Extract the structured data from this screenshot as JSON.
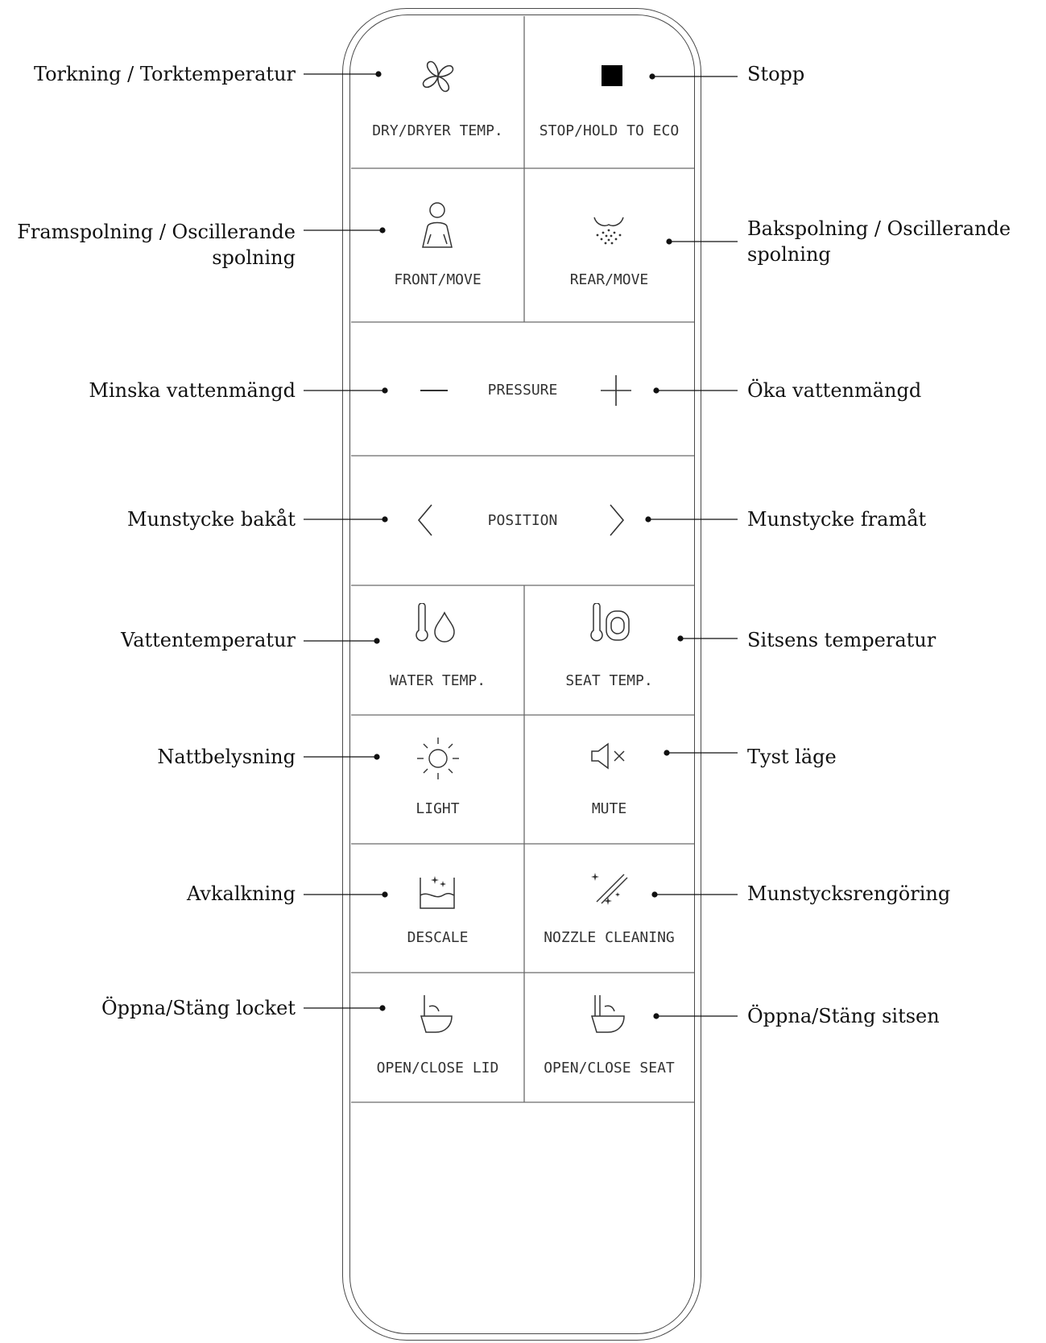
{
  "buttons": {
    "dry": "DRY/DRYER TEMP.",
    "stop": "STOP/HOLD TO ECO",
    "front": "FRONT/MOVE",
    "rear": "REAR/MOVE",
    "pressure": "PRESSURE",
    "position": "POSITION",
    "water_temp": "WATER TEMP.",
    "seat_temp": "SEAT TEMP.",
    "light": "LIGHT",
    "mute": "MUTE",
    "descale": "DESCALE",
    "nozzle_cleaning": "NOZZLE CLEANING",
    "open_close_lid": "OPEN/CLOSE LID",
    "open_close_seat": "OPEN/CLOSE SEAT"
  },
  "callouts": {
    "dry": [
      "Torkning / Torktemperatur"
    ],
    "stop": [
      "Stopp"
    ],
    "front": [
      "Framspolning / Oscillerande",
      "spolning"
    ],
    "rear": [
      "Bakspolning / Oscillerande",
      "spolning"
    ],
    "pressure_minus": [
      "Minska vattenmängd"
    ],
    "pressure_plus": [
      "Öka vattenmängd"
    ],
    "position_back": [
      "Munstycke bakåt"
    ],
    "position_forward": [
      "Munstycke framåt"
    ],
    "water_temp": [
      "Vattentemperatur"
    ],
    "seat_temp": [
      "Sitsens temperatur"
    ],
    "light": [
      "Nattbelysning"
    ],
    "mute": [
      "Tyst läge"
    ],
    "descale": [
      "Avkalkning"
    ],
    "nozzle_cleaning": [
      "Munstycksrengöring"
    ],
    "open_close_lid": [
      "Öppna/Stäng locket"
    ],
    "open_close_seat": [
      "Öppna/Stäng sitsen"
    ]
  },
  "icons": {
    "dry": "fan-icon",
    "stop": "stop-square-icon",
    "front": "person-icon",
    "rear": "rear-spray-icon",
    "minus": "minus-icon",
    "plus": "plus-icon",
    "left": "chevron-left-icon",
    "right": "chevron-right-icon",
    "water_temp": "thermometer-drop-icon",
    "seat_temp": "thermometer-seat-icon",
    "light": "sun-icon",
    "mute": "speaker-mute-icon",
    "descale": "descale-tank-icon",
    "nozzle": "nozzle-sparkle-icon",
    "lid": "toilet-lid-icon",
    "seat": "toilet-seat-icon"
  }
}
